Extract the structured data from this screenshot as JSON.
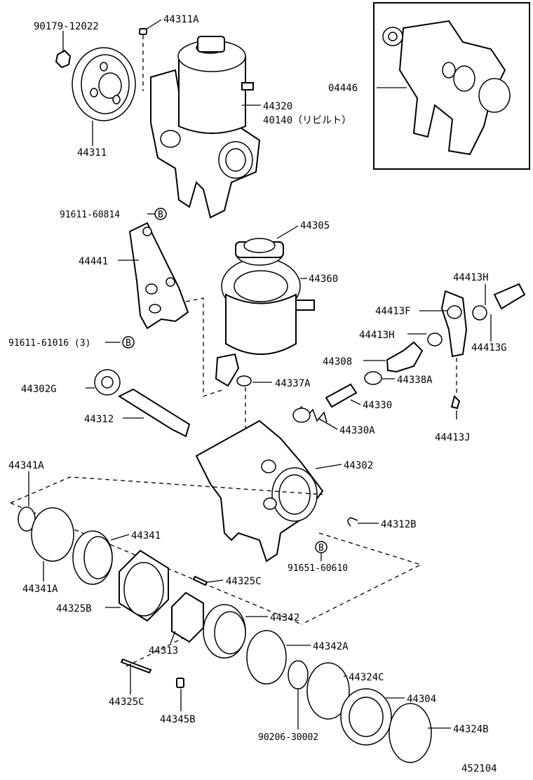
{
  "labels": {
    "l90179": "90179-12022",
    "l44311A": "44311A",
    "l44311": "44311",
    "l44320": "44320",
    "l40140": "40140（リビルト）",
    "l04446": "04446",
    "l91611_60814": "91611-60814",
    "lB1": "B",
    "l44441": "44441",
    "l91611_61016": "91611-61016 (3)",
    "lB2": "B",
    "l44305": "44305",
    "l44360": "44360",
    "l44413H_top": "44413H",
    "l44413F": "44413F",
    "l44413H_mid": "44413H",
    "l44413G": "44413G",
    "l44308": "44308",
    "l44338A": "44338A",
    "l44302G": "44302G",
    "l44337A": "44337A",
    "l44330": "44330",
    "l44312": "44312",
    "l44330A": "44330A",
    "l44413J": "44413J",
    "l44341A_top": "44341A",
    "l44302": "44302",
    "l44312B": "44312B",
    "l44341": "44341",
    "lB3": "B",
    "l91651": "91651-60610",
    "l44341A_bot": "44341A",
    "l44325C_top": "44325C",
    "l44325B": "44325B",
    "l44342": "44342",
    "l44313": "44313",
    "l44342A": "44342A",
    "l44324C": "44324C",
    "l44325C_bot": "44325C",
    "l44345B": "44345B",
    "l44304": "44304",
    "l90206": "90206-30002",
    "l44324B": "44324B",
    "l452104": "452104"
  }
}
